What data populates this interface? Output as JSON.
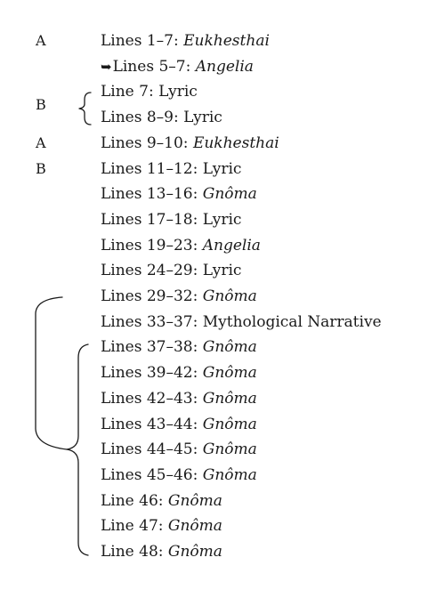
{
  "lines": [
    {
      "prefix": "Lines 1–7: ",
      "rest": "Eukhesthai",
      "style": "italic"
    },
    {
      "prefix": "Lines 5–7: ",
      "rest": "Angelia",
      "style": "italic",
      "arrow": "➥"
    },
    {
      "prefix": "Line 7: ",
      "rest": "Lyric",
      "style": "lyric"
    },
    {
      "prefix": "Lines 8–9: ",
      "rest": "Lyric",
      "style": "lyric"
    },
    {
      "prefix": "Lines 9–10: ",
      "rest": "Eukhesthai",
      "style": "italic"
    },
    {
      "prefix": "Lines 11–12: ",
      "rest": "Lyric",
      "style": "lyric"
    },
    {
      "prefix": "Lines 13–16: ",
      "rest": "Gnôma",
      "style": "italic"
    },
    {
      "prefix": "Lines 17–18: ",
      "rest": "Lyric",
      "style": "lyric"
    },
    {
      "prefix": "Lines 19–23: ",
      "rest": "Angelia",
      "style": "italic"
    },
    {
      "prefix": "Lines 24–29: ",
      "rest": "Lyric",
      "style": "lyric"
    },
    {
      "prefix": "Lines 29–32: ",
      "rest": "Gnôma",
      "style": "italic"
    },
    {
      "prefix": "Lines 33–37: ",
      "rest": "Mythological Narrative",
      "style": "narr"
    },
    {
      "prefix": "Lines 37–38: ",
      "rest": "Gnôma",
      "style": "italic"
    },
    {
      "prefix": "Lines 39–42: ",
      "rest": "Gnôma",
      "style": "italic"
    },
    {
      "prefix": "Lines 42–43: ",
      "rest": "Gnôma",
      "style": "italic"
    },
    {
      "prefix": "Lines 43–44: ",
      "rest": "Gnôma",
      "style": "italic"
    },
    {
      "prefix": "Lines 44–45: ",
      "rest": "Gnôma",
      "style": "italic"
    },
    {
      "prefix": "Lines 45–46: ",
      "rest": "Gnôma",
      "style": "italic"
    },
    {
      "prefix": "Line 46: ",
      "rest": "Gnôma",
      "style": "italic"
    },
    {
      "prefix": "Line 47: ",
      "rest": "Gnôma",
      "style": "italic"
    },
    {
      "prefix": "Line 48: ",
      "rest": "Gnôma",
      "style": "italic"
    }
  ],
  "letters": [
    {
      "text": "A",
      "row": 0
    },
    {
      "text": "B",
      "row": 2.5
    },
    {
      "text": "A",
      "row": 4
    },
    {
      "text": "B",
      "row": 5
    }
  ]
}
